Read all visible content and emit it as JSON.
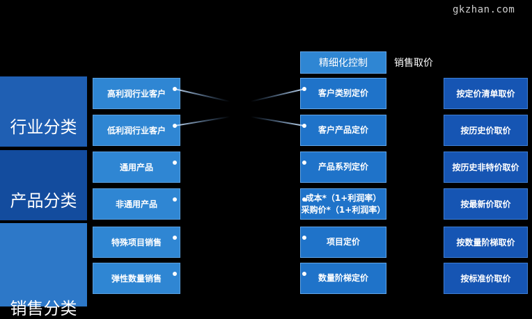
{
  "watermark": "gkzhan.com",
  "header": {
    "box": "精细化控制",
    "label": "销售取价"
  },
  "categories": [
    {
      "label": "行业分类"
    },
    {
      "label": "产品分类"
    },
    {
      "label": "销售分类"
    }
  ],
  "subcategories": [
    {
      "label": "高利润行业客户"
    },
    {
      "label": "低利润行业客户"
    },
    {
      "label": "通用产品"
    },
    {
      "label": "非通用产品"
    },
    {
      "label": "特殊项目销售"
    },
    {
      "label": "弹性数量销售"
    }
  ],
  "pricing_methods": [
    {
      "lines": [
        "客户类别定价"
      ]
    },
    {
      "lines": [
        "客户产品定价"
      ]
    },
    {
      "lines": [
        "产品系列定价"
      ]
    },
    {
      "lines": [
        "成本*（1+利润率）",
        "采购价*（1+利润率）"
      ]
    },
    {
      "lines": [
        "项目定价"
      ]
    },
    {
      "lines": [
        "数量阶梯定价"
      ]
    }
  ],
  "price_sources": [
    {
      "label": "按定价清单取价"
    },
    {
      "label": "按历史价取价"
    },
    {
      "label": "按历史非特价取价"
    },
    {
      "label": "按最新价取价"
    },
    {
      "label": "按数量阶梯取价"
    },
    {
      "label": "按标准价取价"
    }
  ],
  "colors": {
    "background": "#000000",
    "box_fill": "#2f86d3",
    "right_fill": "#1655b3",
    "connector": "#7ab8ff"
  }
}
